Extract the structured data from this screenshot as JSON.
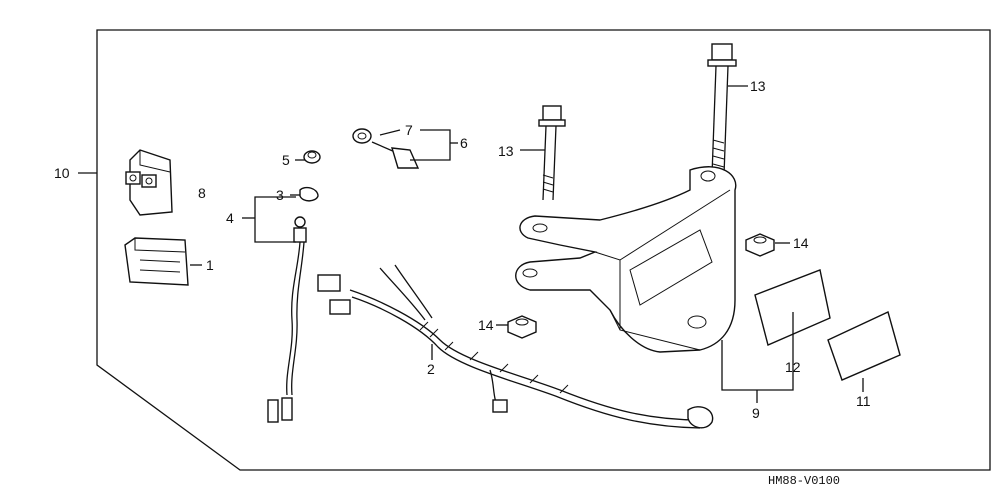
{
  "diagram_code": "HM88-V0100",
  "callouts": {
    "c1": "1",
    "c2": "2",
    "c3": "3",
    "c4": "4",
    "c5": "5",
    "c6": "6",
    "c7": "7",
    "c8": "8",
    "c9": "9",
    "c10": "10",
    "c11": "11",
    "c12": "12",
    "c13a": "13",
    "c13b": "13",
    "c14a": "14",
    "c14b": "14"
  }
}
